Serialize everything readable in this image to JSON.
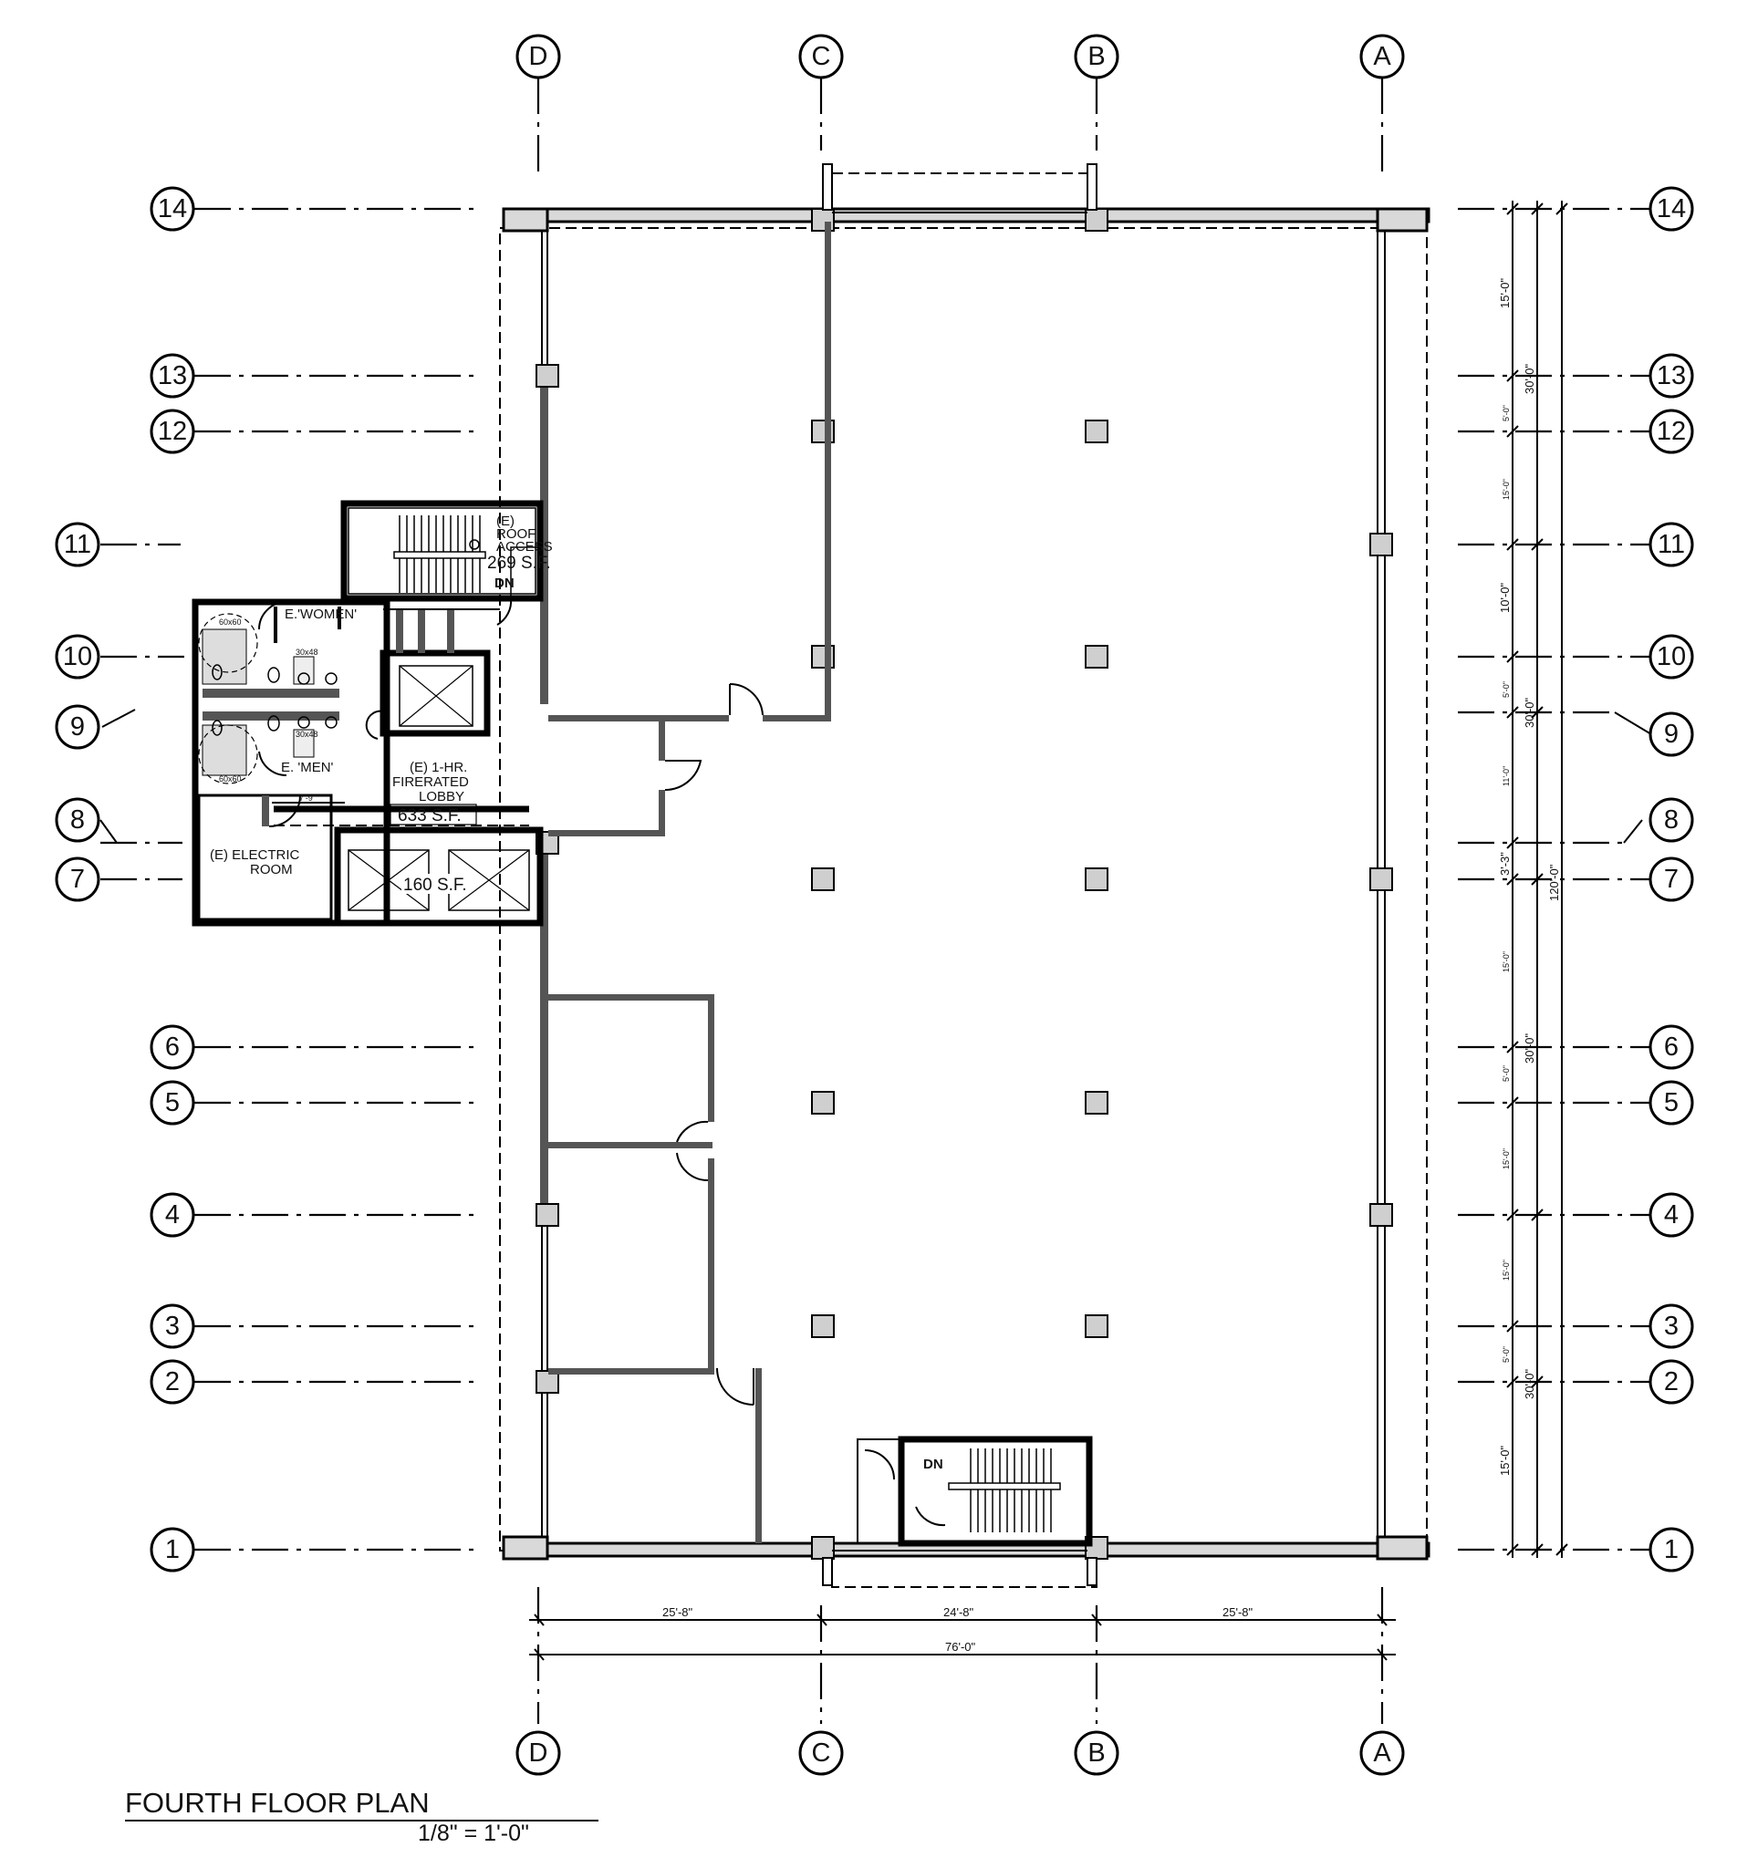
{
  "title": "FOURTH FLOOR PLAN",
  "scale": "1/8\" = 1'-0\"",
  "grid_columns": [
    "D",
    "C",
    "B",
    "A"
  ],
  "grid_rows": [
    "14",
    "13",
    "12",
    "11",
    "10",
    "9",
    "8",
    "7",
    "6",
    "5",
    "4",
    "3",
    "2",
    "1"
  ],
  "rooms": {
    "roof_access": [
      "(E)",
      "ROOF",
      "ACCESS",
      "269 S.F.",
      "DN"
    ],
    "women": "E.'WOMEN'",
    "men": "E. 'MEN'",
    "lobby": [
      "(E) 1-HR.",
      "FIRERATED",
      "LOBBY"
    ],
    "lobby_area": "633 S.F.",
    "electric": [
      "(E) ELECTRIC",
      "ROOM"
    ],
    "elevator_area": "160 S.F.",
    "stair_south": "DN"
  },
  "fixture_labels": [
    "60x60",
    "30x48",
    "30x48",
    "60x60"
  ],
  "lobby_dim": "7'-9\"",
  "bottom_dims": {
    "span_dc": "25'-8\"",
    "span_cb": "24'-8\"",
    "span_ba": "25'-8\"",
    "overall": "76'-0\""
  },
  "right_dims": {
    "r14_13": "15'-0\"",
    "r13_12": "5'-0\"",
    "r12_11": "15'-0\"",
    "r11_10": "10'-0\"",
    "r10_9": "5'-0\"",
    "r9_8": "11'-0\"",
    "r8_7": "3'-3\"",
    "r7_6": "15'-0\"",
    "r6_5": "5'-0\"",
    "r5_4": "15'-0\"",
    "r4_3": "15'-0\"",
    "r3_2": "5'-0\"",
    "r2_1": "15'-0\"",
    "g1": "30'-0\"",
    "g2": "30'-0\"",
    "g3": "30'-0\"",
    "g4": "30'-0\"",
    "overall": "120'-0\""
  }
}
